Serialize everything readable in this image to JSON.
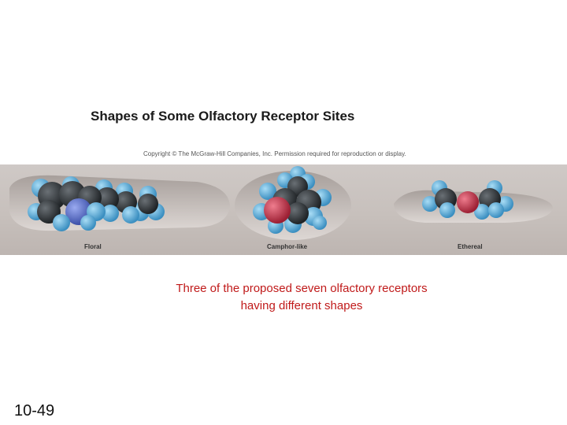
{
  "slide": {
    "title": "Shapes of Some Olfactory Receptor Sites",
    "copyright": "Copyright © The McGraw-Hill Companies, Inc. Permission required for reproduction or display.",
    "figure_labels": {
      "floral": "Floral",
      "camphor": "Camphor-like",
      "ethereal": "Ethereal"
    },
    "caption_line1": "Three of the proposed seven olfactory receptors",
    "caption_line2": "having different shapes",
    "slide_number": "10-49"
  },
  "colors": {
    "caption": "#c01a1a",
    "carbon": "#2f3336",
    "hydrogen": "#5fb4e0",
    "nitrogen": "#5a70c8",
    "oxygen": "#c8334a"
  }
}
